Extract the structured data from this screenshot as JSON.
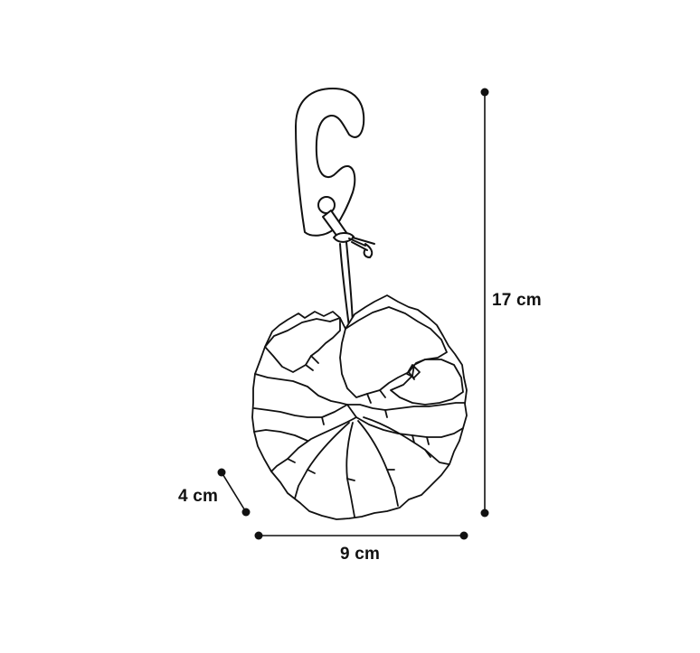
{
  "dimensions": {
    "height": "17 cm",
    "width": "9 cm",
    "depth": "4 cm"
  },
  "colors": {
    "stroke": "#111111",
    "background": "#ffffff"
  },
  "icons": {
    "hook": "c-hook-icon",
    "toy": "woven-ball-icon"
  }
}
